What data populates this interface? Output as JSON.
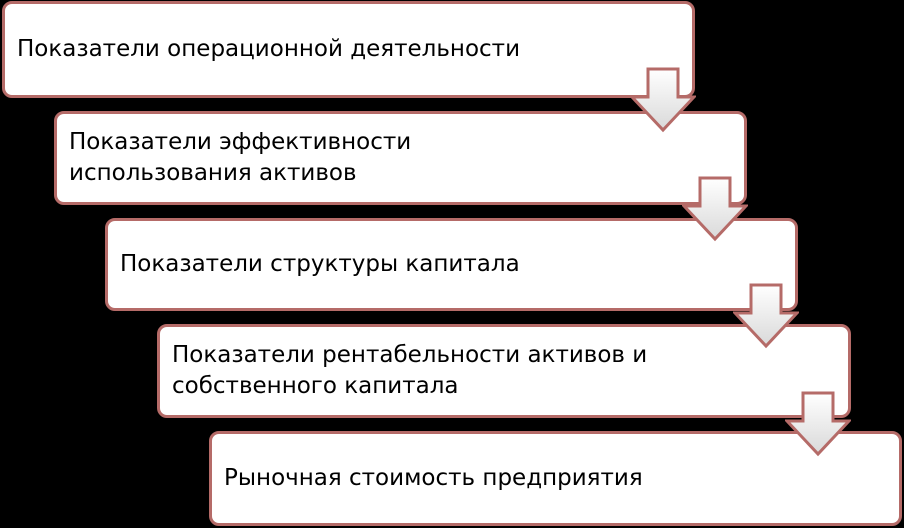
{
  "diagram": {
    "steps": [
      {
        "label": "Показатели операционной деятельности"
      },
      {
        "label": "Показатели эффективности\nиспользования активов"
      },
      {
        "label": "Показатели структуры капитала"
      },
      {
        "label": "Показатели рентабельности активов  и\nсобственного капитала"
      },
      {
        "label": "Рыночная стоимость предприятия"
      }
    ],
    "colors": {
      "background": "#000000",
      "box_fill": "#ffffff",
      "box_border": "#b56b68",
      "arrow_stroke": "#b56b68",
      "arrow_fill_top": "#ffffff",
      "arrow_fill_bottom": "#d9d9d9"
    }
  }
}
